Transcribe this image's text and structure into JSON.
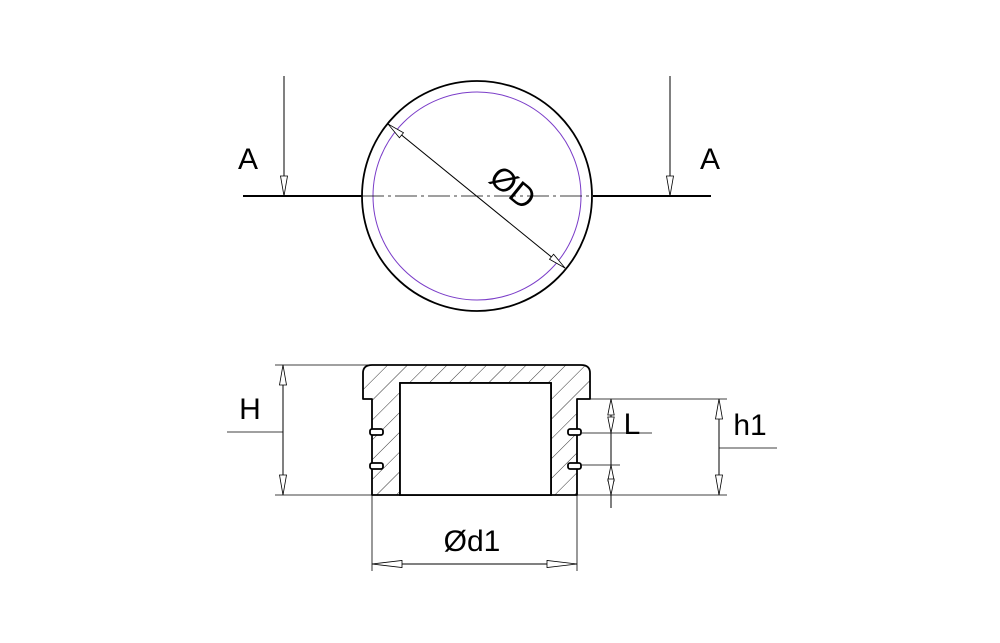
{
  "labels": {
    "section_left": "A",
    "section_right": "A",
    "diameter_outer": "ØD",
    "height_total": "H",
    "height_inner": "h1",
    "rib_pitch": "L",
    "diameter_inner": "Ød1"
  },
  "colors": {
    "line": "#000000",
    "inner_circle": "#7a3cc8"
  }
}
